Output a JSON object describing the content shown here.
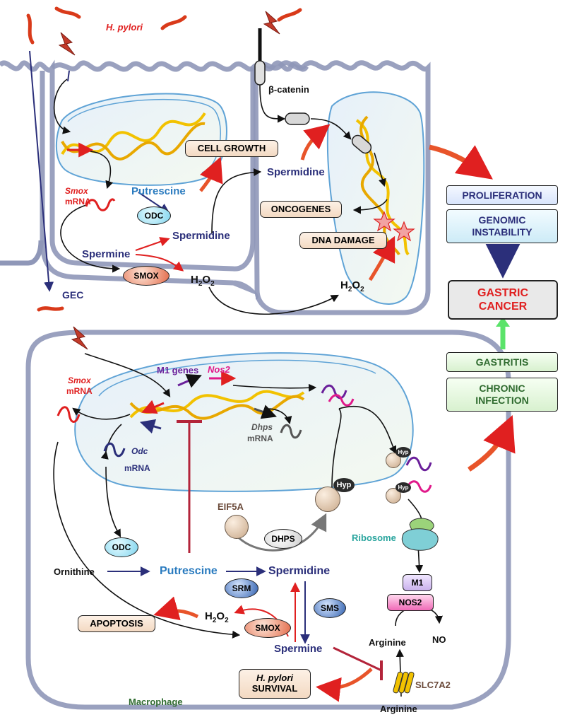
{
  "labels": {
    "h_pylori": "H. pylori",
    "beta_catenin": "β-catenin",
    "cell_growth": "CELL GROWTH",
    "smox_mrna_top": "Smox",
    "mrna_top": "mRNA",
    "putrescine_top": "Putrescine",
    "odc_top": "ODC",
    "spermidine_top": "Spermidine",
    "spermine_top": "Spermine",
    "smox_top": "SMOX",
    "h2o2_top": "H",
    "spermidine_right": "Spermidine",
    "oncogenes": "ONCOGENES",
    "dna_damage": "DNA DAMAGE",
    "h2o2_right": "H",
    "gec": "GEC",
    "proliferation": "PROLIFERATION",
    "genomic_1": "GENOMIC",
    "genomic_2": "INSTABILITY",
    "gastric_1": "GASTRIC",
    "gastric_2": "CANCER",
    "gastritis": "GASTRITIS",
    "chronic_1": "CHRONIC",
    "chronic_2": "INFECTION",
    "m1_genes": "M1 genes",
    "nos2_gene": "Nos2",
    "smox_mrna_mac": "Smox",
    "mrna_mac": "mRNA",
    "odc_mrna": "Odc",
    "odc_mrna2": "mRNA",
    "dhps_mrna": "Dhps",
    "dhps_mrna2": "mRNA",
    "hyp": "Hyp",
    "eif5a": "EIF5A",
    "dhps": "DHPS",
    "ribosome": "Ribosome",
    "odc_mac": "ODC",
    "ornithine": "Ornithine",
    "putrescine_mac": "Putrescine",
    "spermidine_mac": "Spermidine",
    "srm": "SRM",
    "sms": "SMS",
    "h2o2_mac": "H",
    "apoptosis": "APOPTOSIS",
    "smox_mac": "SMOX",
    "spermine_mac": "Spermine",
    "m1": "M1",
    "nos2": "NOS2",
    "arginine_in": "Arginine",
    "no": "NO",
    "hp_survival_1": "H. pylori",
    "hp_survival_2": "SURVIVAL",
    "slc7a2": "SLC7A2",
    "arginine_out": "Arginine",
    "macrophage": "Macrophage",
    "sub_2a": "2",
    "sub_2b": "O",
    "sub_2c": "2"
  },
  "colors": {
    "navy": "#2b2f7a",
    "blue": "#2a7bbf",
    "red": "#e02020",
    "purple": "#6a1f9a",
    "magenta": "#e0198a",
    "green": "#2f6b2f",
    "membrane": "#8f97b8"
  }
}
